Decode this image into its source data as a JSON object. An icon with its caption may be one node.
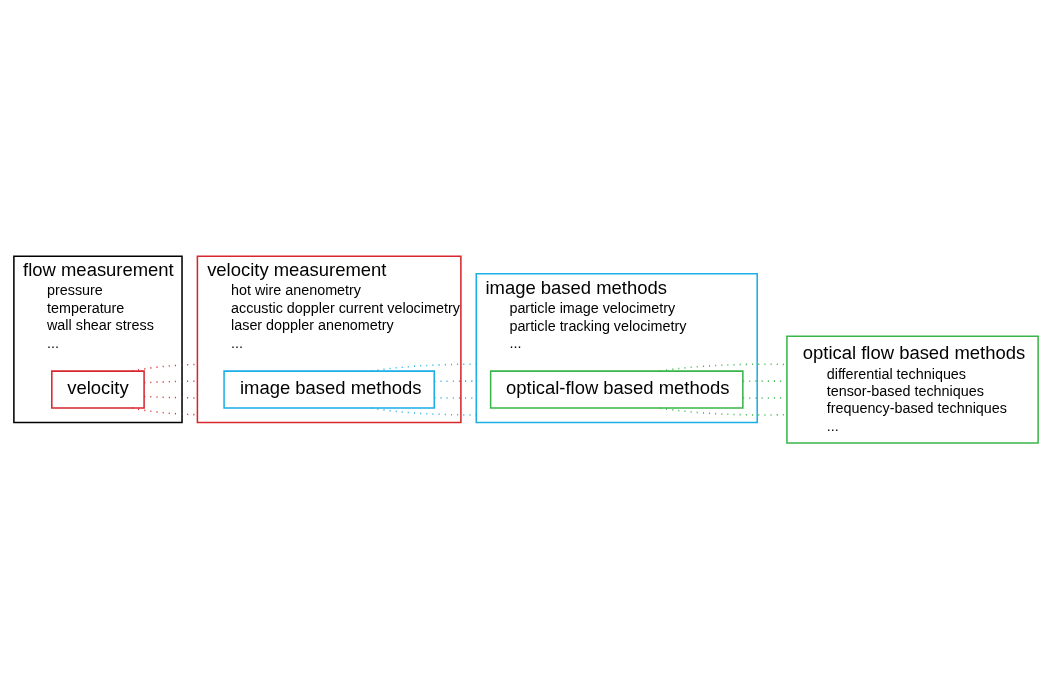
{
  "diagram": {
    "nodes": [
      {
        "text": [
          "flow measurement",
          "pressure",
          "temperature",
          "wall shear stress",
          "..."
        ]
      },
      {
        "text": [
          "velocity"
        ],
        "in": 0
      },
      {
        "text": [
          "velocity measurement",
          "hot wire anenometry",
          "accustic doppler current velocimetry",
          "laser doppler anenometry",
          "..."
        ]
      },
      {
        "text": [
          "image based methods"
        ],
        "in": 2
      },
      {
        "text": [
          "image based methods",
          "particle image velocimetry",
          "particle tracking velocimetry",
          "..."
        ]
      },
      {
        "text": [
          "optical-flow based methods"
        ],
        "in": 4
      },
      {
        "text": [
          "optical flow based methods",
          "differential techniques",
          "tensor-based techniques",
          "frequency-based techniques",
          "..."
        ]
      }
    ],
    "edges": [
      {
        "from": 1,
        "to": 2,
        "arrow": "none",
        "style": "dashed",
        "color": "#d7262e"
      },
      {
        "from": 1,
        "to": 2,
        "arrow": "none",
        "style": "dashed",
        "color": "#d7262e"
      },
      {
        "from": 1,
        "to": 2,
        "arrow": "none",
        "style": "dashed",
        "color": "#d7262e"
      },
      {
        "from": 1,
        "to": 2,
        "arrow": "none",
        "style": "dashed",
        "color": "#d7262e"
      },
      {
        "from": 3,
        "to": 4,
        "arrow": "none",
        "style": "dashed",
        "color": "#1aafe6"
      },
      {
        "from": 3,
        "to": 4,
        "arrow": "none",
        "style": "dashed",
        "color": "#1aafe6"
      },
      {
        "from": 3,
        "to": 4,
        "arrow": "none",
        "style": "dashed",
        "color": "#1aafe6"
      },
      {
        "from": 3,
        "to": 4,
        "arrow": "none",
        "style": "dashed",
        "color": "#1aafe6"
      },
      {
        "from": 5,
        "to": 6,
        "arrow": "none",
        "style": "dashed",
        "color": "#3ab54a"
      },
      {
        "from": 5,
        "to": 6,
        "arrow": "none",
        "style": "dashed",
        "color": "#3ab54a"
      },
      {
        "from": 5,
        "to": 6,
        "arrow": "none",
        "style": "dashed",
        "color": "#3ab54a"
      },
      {
        "from": 5,
        "to": 6,
        "arrow": "none",
        "style": "dashed",
        "color": "#3ab54a"
      }
    ]
  }
}
